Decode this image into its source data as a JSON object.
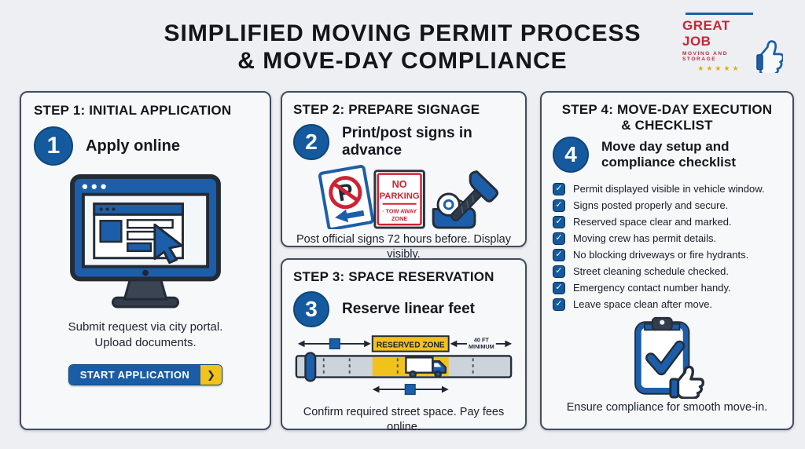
{
  "header": {
    "title_line1": "SIMPLIFIED MOVING PERMIT PROCESS",
    "title_line2": "& MOVE-DAY COMPLIANCE"
  },
  "logo": {
    "name": "GREAT JOB",
    "tagline": "MOVING AND STORAGE",
    "stars": "★★★★★"
  },
  "step1": {
    "header": "STEP 1: INITIAL APPLICATION",
    "number": "1",
    "label": "Apply online",
    "description_line1": "Submit request via city portal.",
    "description_line2": "Upload documents.",
    "button_label": "START APPLICATION",
    "button_chevron": "❯"
  },
  "step2": {
    "header": "STEP 2: PREPARE SIGNAGE",
    "number": "2",
    "label": "Print/post signs in advance",
    "sign_back_letter": "P",
    "sign_front": {
      "line1": "NO",
      "line2": "PARKING",
      "line3": "· TOW AWAY",
      "line4": "ZONE"
    },
    "caption": "Post official signs 72 hours before. Display visibly."
  },
  "step3": {
    "header": "STEP 3: SPACE RESERVATION",
    "number": "3",
    "label": "Reserve linear feet",
    "diagram": {
      "zone_label": "RESERVED ZONE",
      "min_line1": "40 FT",
      "min_line2": "MINIMUM"
    },
    "caption": "Confirm required street space. Pay fees online."
  },
  "step4": {
    "header_line1": "STEP 4: MOVE-DAY EXECUTION",
    "header_line2": "& CHECKLIST",
    "number": "4",
    "label_line1": "Move day setup and",
    "label_line2": "compliance checklist",
    "check_glyph": "✓",
    "checklist": [
      "Permit displayed visible in vehicle window.",
      "Signs posted properly and secure.",
      "Reserved space clear and marked.",
      "Moving crew has permit details.",
      "No blocking driveways or fire hydrants.",
      "Street cleaning schedule checked.",
      "Emergency contact number handy.",
      "Leave space clean after move."
    ],
    "caption": "Ensure compliance for smooth move-in."
  },
  "colors": {
    "primary_blue": "#155a9e",
    "accent_yellow": "#f2c21c",
    "brand_red": "#c42837",
    "outline_dark": "#242d38",
    "panel_border": "#434c5e",
    "background": "#edeff3"
  }
}
